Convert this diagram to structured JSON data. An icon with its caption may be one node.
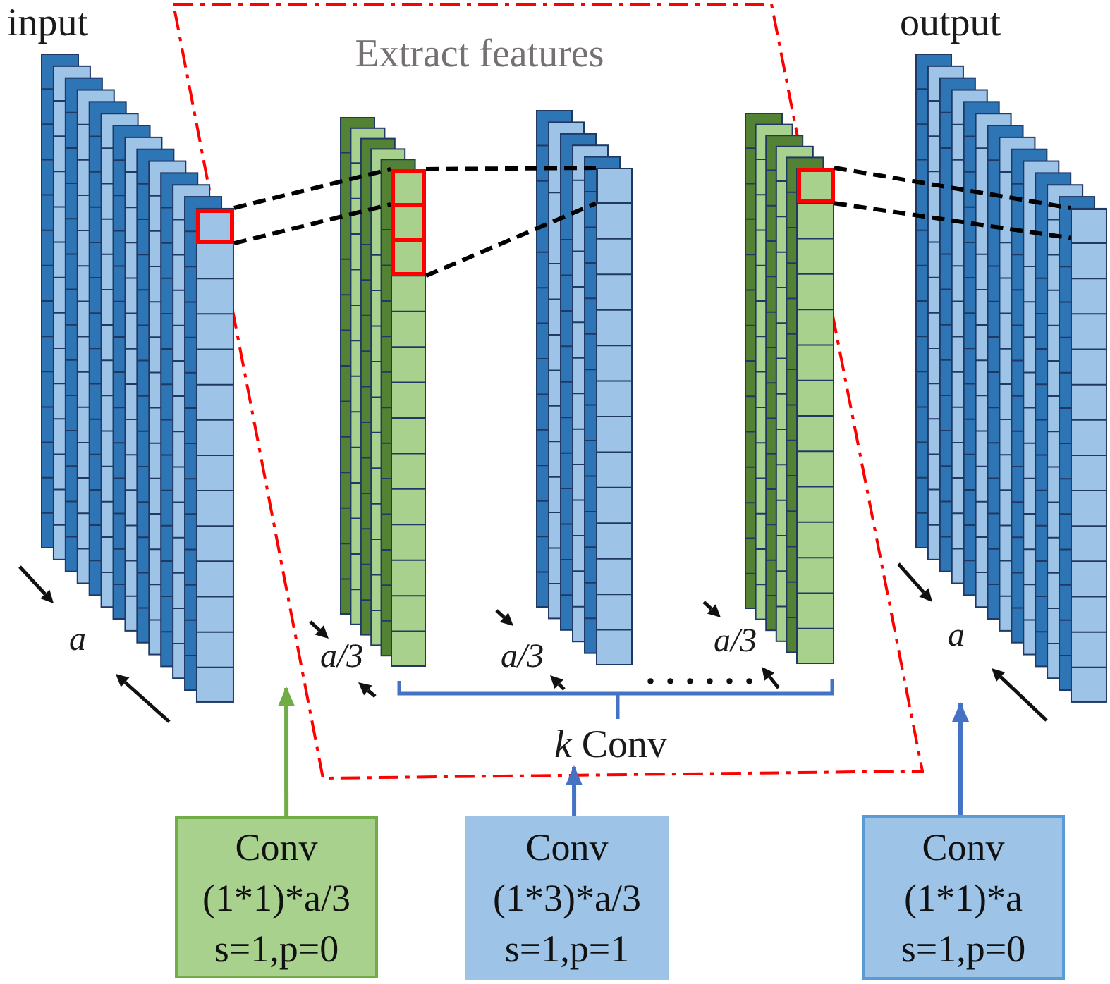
{
  "diagram": {
    "nodes": [
      {
        "text": [],
        "shape": "picture",
        "beside": [
          "input",
          "a"
        ]
      },
      {
        "text": [],
        "shape": "box",
        "in": 0
      },
      {
        "text": [
          "Extract features"
        ]
      },
      {
        "text": [],
        "shape": "picture",
        "in": 2,
        "beside": [
          "a/3"
        ]
      },
      {
        "text": [],
        "shape": "box",
        "in": 3
      },
      {
        "text": [],
        "shape": "picture",
        "in": 2,
        "beside": [
          "a/3"
        ]
      },
      {
        "text": [],
        "shape": "box",
        "in": 5
      },
      {
        "text": [],
        "shape": "picture",
        "in": 2,
        "beside": [
          "a/3"
        ]
      },
      {
        "text": [],
        "shape": "box",
        "in": 7
      },
      {
        "text": [],
        "shape": "picture",
        "beside": [
          "output",
          "a"
        ]
      },
      {
        "text": [],
        "shape": "box",
        "in": 9
      },
      {
        "text": [
          "*k* Conv"
        ],
        "in": 2
      },
      {
        "text": [
          "Conv",
          "(1*1)*a/3",
          "s=1,p=0"
        ]
      },
      {
        "text": [
          "Conv",
          "(1*3)*a/3",
          "s=1,p=1"
        ]
      },
      {
        "text": [
          "Conv",
          "(1*1)*a",
          "s=1,p=0"
        ]
      }
    ],
    "edges": [
      {
        "from": 1,
        "to": 4,
        "arrow": "none",
        "style": "dashed"
      },
      {
        "from": 1,
        "to": 4,
        "arrow": "none",
        "style": "dashed"
      },
      {
        "from": 4,
        "to": 6,
        "arrow": "none",
        "style": "dashed"
      },
      {
        "from": 4,
        "to": 6,
        "arrow": "none",
        "style": "dashed"
      },
      {
        "from": 8,
        "to": 10,
        "arrow": "none",
        "style": "dashed"
      },
      {
        "from": 8,
        "to": 10,
        "arrow": "none",
        "style": "dashed"
      },
      {
        "from": 12,
        "to": 2,
        "arrow": "to",
        "color": "#70ad47"
      },
      {
        "from": 13,
        "to": 11,
        "arrow": "to",
        "color": "#4472c4"
      },
      {
        "from": 14,
        "to": 9,
        "arrow": "to",
        "color": "#4472c4"
      }
    ],
    "labels": [
      "......"
    ]
  }
}
